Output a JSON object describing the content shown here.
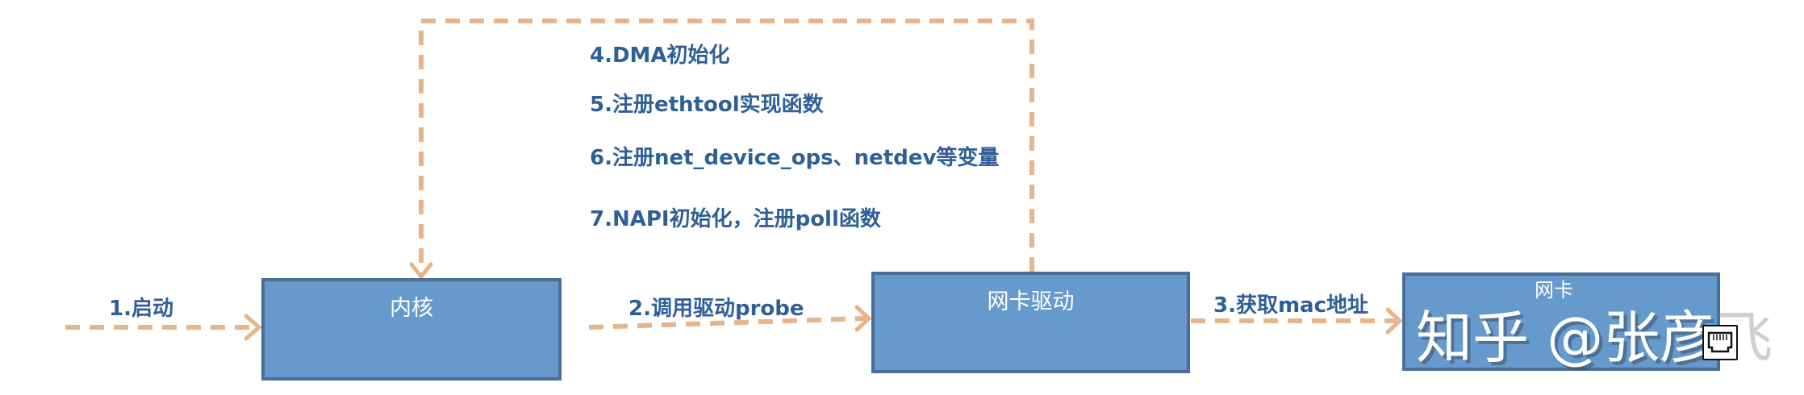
{
  "nodes": {
    "kernel": "内核",
    "driver": "网卡驱动",
    "nic": "网卡"
  },
  "steps": {
    "s1": "1.启动",
    "s2": "2.调用驱动probe",
    "s3": "3.获取mac地址",
    "s4": "4.DMA初始化",
    "s5": "5.注册ethtool实现函数",
    "s6": "6.注册net_device_ops、netdev等变量",
    "s7": "7.NAPI初始化，注册poll函数"
  },
  "watermark": {
    "main": "知乎 @张彦",
    "tail": "飞"
  },
  "colors": {
    "box": "#6699cc",
    "arrow": "#e8b48a",
    "text": "#2f5f98"
  }
}
